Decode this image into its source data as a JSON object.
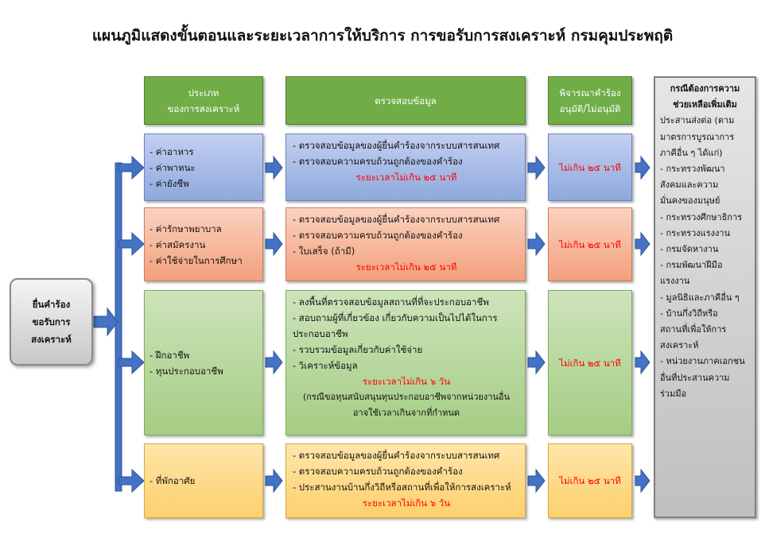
{
  "title": "แผนภูมิแสดงขั้นตอนและระยะเวลาการให้บริการ การขอรับการสงเคราะห์ กรมคุมประพฤติ",
  "start_box": [
    "ยื่นคำร้อง",
    "ขอรับการ",
    "สงเคราะห์"
  ],
  "headers": {
    "type": [
      "ประเภท",
      "ของการสงเคราะห์"
    ],
    "check": "ตรวจสอบข้อมูล",
    "approve": [
      "พิจารณาคำร้อง",
      "อนุมัติ/ไม่อนุมัติ"
    ]
  },
  "rows": [
    {
      "categories": [
        "- ค่าอาหาร",
        "- ค่าพาหนะ",
        "- ค่ายังชีพ"
      ],
      "checks": [
        "- ตรวจสอบข้อมูลของผู้ยื่นคำร้องจากระบบสารสนเทศ",
        "- ตรวจสอบความครบถ้วนถูกต้องของคำร้อง"
      ],
      "period": "ระยะเวลาไม่เกิน ๒๕ นาที",
      "approve_time": "ไม่เกิน ๒๕ นาที"
    },
    {
      "categories": [
        "- ค่ารักษาพยาบาล",
        "- ค่าสมัครงาน",
        "- ค่าใช้จ่ายในการศึกษา"
      ],
      "checks": [
        "- ตรวจสอบข้อมูลของผู้ยื่นคำร้องจากระบบสารสนเทศ",
        "- ตรวจสอบความครบถ้วนถูกต้องของคำร้อง",
        "- ใบเสร็จ (ถ้ามี)"
      ],
      "period": "ระยะเวลาไม่เกิน ๒๕ นาที",
      "approve_time": "ไม่เกิน ๒๕ นาที"
    },
    {
      "categories": [
        "- ฝึกอาชีพ",
        "- ทุนประกอบอาชีพ"
      ],
      "checks": [
        "- ลงพื้นที่ตรวจสอบข้อมูลสถานที่ที่จะประกอบอาชีพ",
        "- สอบถามผู้ที่เกี่ยวข้อง เกี่ยวกับความเป็นไปได้ในการ",
        "ประกอบอาชีพ",
        "- รวบรวมข้อมูลเกี่ยวกับค่าใช้จ่าย",
        "- วิเคราะห์ข้อมูล"
      ],
      "period": "ระยะเวลาไม่เกิน ๖ วัน",
      "note": [
        "(กรณีขอทุนสนับสนุนทุนประกอบอาชีพจากหน่วยงานอื่น",
        "อาจใช้เวลาเกินจากที่กำหนด"
      ],
      "approve_time": "ไม่เกิน ๒๕ นาที"
    },
    {
      "categories": [
        "- ที่พักอาศัย"
      ],
      "checks": [
        "- ตรวจสอบข้อมูลของผู้ยื่นคำร้องจากระบบสารสนเทศ",
        "- ตรวจสอบความครบถ้วนถูกต้องของคำร้อง",
        "- ประสานงานบ้านกึ่งวิถีหรือสถานที่เพื่อให้การสงเคราะห์"
      ],
      "period": "ระยะเวลาไม่เกิน ๖ วัน",
      "approve_time": "ไม่เกิน ๒๕ นาที"
    }
  ],
  "side_box": {
    "heading": [
      "กรณีต้องการความ",
      "ช่วยเหลือเพิ่มเติม"
    ],
    "lines": [
      "ประสานส่งต่อ (ตาม",
      "มาตรการบูรณาการ",
      "ภาคีอื่น ๆ ได้แก่)",
      "- กระทรวงพัฒนา",
      "สังคมและความ",
      "มั่นคงของมนุษย์",
      "- กระทรวงศึกษาธิการ",
      "- กระทรวงแรงงาน",
      "- กรมจัดหางาน",
      "- กรมพัฒนาฝีมือ",
      "แรงงาน",
      "- มูลนิธิและภาคีอื่น ๆ",
      "- บ้านกึ่งวิถีหรือ",
      "สถานที่เพื่อให้การ",
      "สงเคราะห์",
      "- หน่วยงานภาคเอกชน",
      "อื่นที่ประสานความ",
      "ร่วมมือ"
    ]
  },
  "colors": {
    "header": "#70ad47",
    "row1": "#8ea9dd",
    "row2": "#f2a07d",
    "row3": "#a5cd84",
    "row4": "#fcd06c",
    "arrow": "#4472c4",
    "time_text": "#ff0000",
    "side": "#bfbfbf"
  }
}
